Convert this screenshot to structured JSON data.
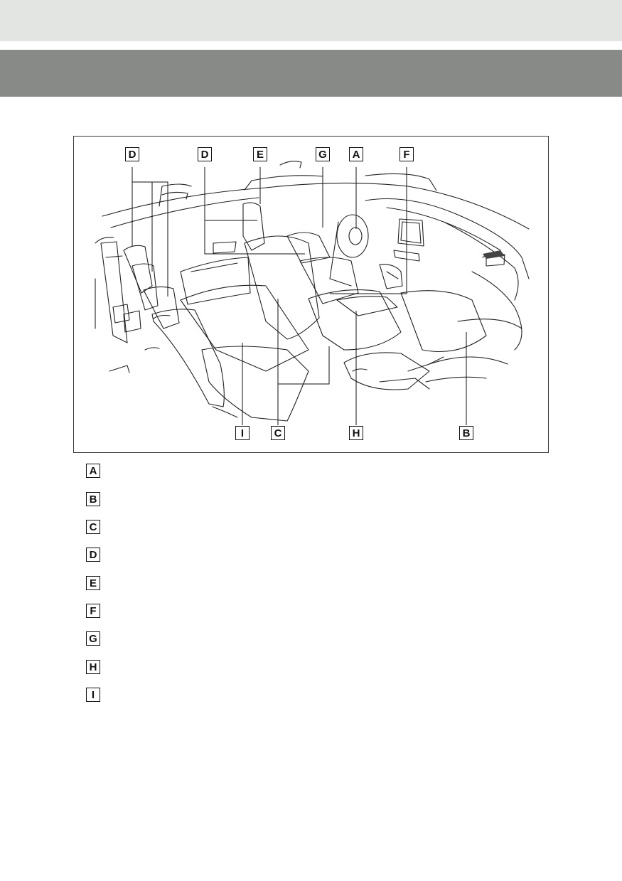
{
  "figure": {
    "callouts": {
      "d1": "D",
      "d2": "D",
      "e": "E",
      "g": "G",
      "a": "A",
      "f": "F",
      "i": "I",
      "c": "C",
      "h": "H",
      "b": "B"
    }
  },
  "legend": [
    "A",
    "B",
    "C",
    "D",
    "E",
    "F",
    "G",
    "H",
    "I"
  ]
}
